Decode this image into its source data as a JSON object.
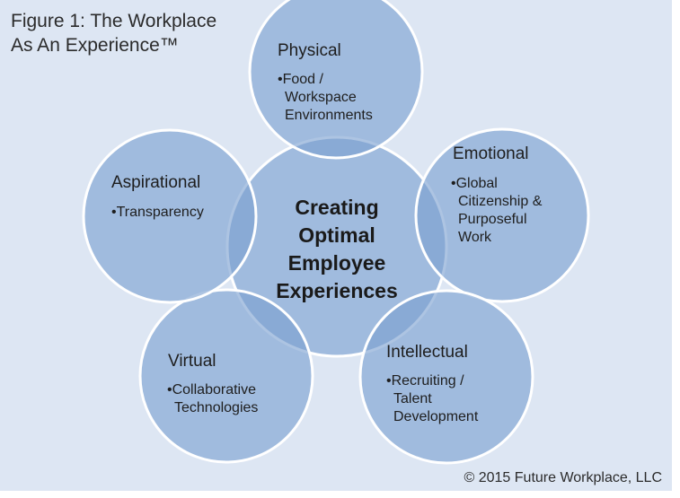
{
  "figure": {
    "title_lines": [
      "Figure 1: The Workplace",
      "As An Experience™"
    ],
    "copyright": "© 2015 Future Workplace, LLC"
  },
  "center": {
    "lines": [
      "Creating",
      "Optimal",
      "Employee",
      "Experiences"
    ]
  },
  "circles": {
    "physical": {
      "label": "Physical",
      "bullet_lines": [
        "•Food /",
        "Workspace",
        "Environments"
      ]
    },
    "emotional": {
      "label": "Emotional",
      "bullet_lines": [
        "•Global",
        "Citizenship &",
        "Purposeful",
        "Work"
      ]
    },
    "intellectual": {
      "label": "Intellectual",
      "bullet_lines": [
        "•Recruiting /",
        "Talent",
        "Development"
      ]
    },
    "virtual": {
      "label": "Virtual",
      "bullet_lines": [
        "•Collaborative",
        "Technologies"
      ]
    },
    "aspirational": {
      "label": "Aspirational",
      "bullet_lines": [
        "•Transparency"
      ]
    }
  },
  "colors": {
    "panel_bg": "#dde6f3",
    "circle_fill": "#7a9fd0",
    "circle_stroke": "#ffffff"
  }
}
